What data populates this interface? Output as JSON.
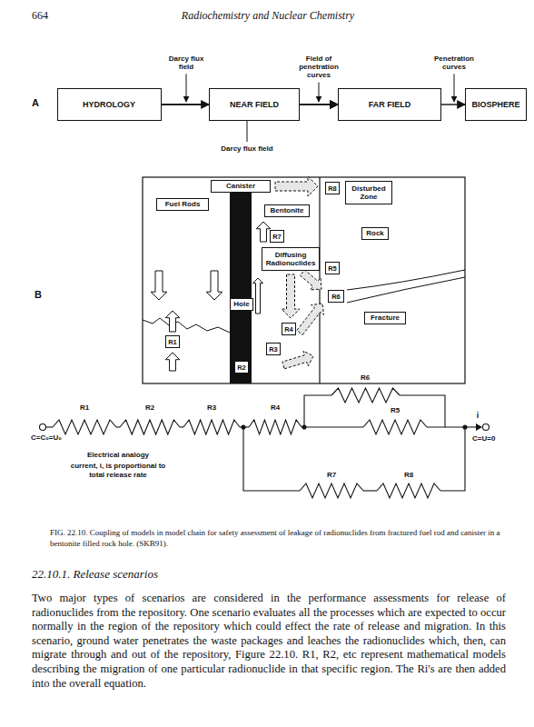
{
  "diagram": {
    "caption": "FIG. 22.10. Coupling of models in model chain for safety assessment of leakage of radionuclides from fractured fuel rod and canister in a bentonite filled rock hole. (SKB91).",
    "nodes": [
      {
        "text": [
          "HYDROLOGY"
        ]
      },
      {
        "text": [
          "NEAR FIELD"
        ]
      },
      {
        "text": [
          "FAR FIELD"
        ]
      },
      {
        "text": [
          "BIOSPHERE"
        ]
      },
      {
        "text": [
          "Canister"
        ]
      },
      {
        "text": [
          "Fuel Rods"
        ]
      },
      {
        "text": [
          "Bentonite"
        ]
      },
      {
        "text": [
          "R8"
        ]
      },
      {
        "text": [
          "Disturbed Zone"
        ]
      },
      {
        "text": [
          "R7"
        ]
      },
      {
        "text": [
          "Rock"
        ]
      },
      {
        "text": [
          "Diffusing Radionuclides"
        ]
      },
      {
        "text": [
          "R5"
        ]
      },
      {
        "text": [
          "Hole"
        ]
      },
      {
        "text": [
          "R6"
        ]
      },
      {
        "text": [
          "Fracture"
        ]
      },
      {
        "text": [
          "R4"
        ]
      },
      {
        "text": [
          "R3"
        ]
      },
      {
        "text": [
          "R1"
        ]
      },
      {
        "text": [
          "R2"
        ]
      }
    ],
    "edges": [
      {
        "from": 0,
        "to": 1,
        "arrow": "to",
        "label": "Darcy flux field"
      },
      {
        "from": 1,
        "to": 2,
        "arrow": "to",
        "label": "Field of penetration curves"
      },
      {
        "from": 2,
        "to": 3,
        "arrow": "to",
        "label": "Penetration curves"
      },
      {
        "from": 0,
        "to": 2,
        "arrow": "to",
        "label": "Darcy flux field"
      }
    ],
    "labels": [
      "664",
      "Radiochemistry and Nuclear Chemistry",
      "A",
      "B",
      "R1",
      "R2",
      "R3",
      "R4",
      "R6",
      "R5",
      "R7",
      "R8",
      "C=C₀=U₀",
      "i",
      "C=U=0",
      "Electrical analogy",
      "current, i, is proportional to total release rate",
      "22.10.1. Release scenarios",
      "Two major types of scenarios are considered in the performance assessments for release of radionuclides from the repository. One scenario evaluates all the processes which are expected to occur normally in the region of the repository which could effect the rate of release and migration. In this scenario, ground water penetrates the waste packages and leaches the radionuclides which, then, can migrate through and out of the repository, Figure 22.10. R1, R2, etc represent mathematical models describing the migration of one particular radionuclide in that specific region. The Ri's are then added into the overall equation."
    ]
  }
}
